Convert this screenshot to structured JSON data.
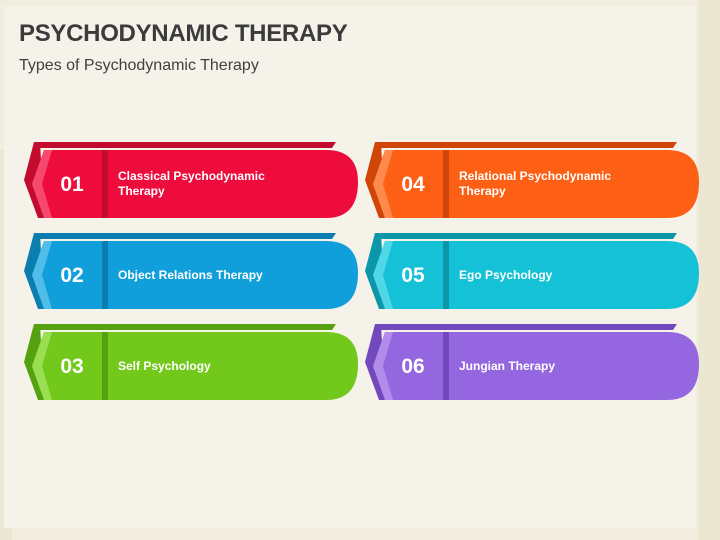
{
  "title": "PSYCHODYNAMIC THERAPY",
  "subtitle": "Types of Psychodynamic Therapy",
  "items": [
    {
      "number": "01",
      "label": "Classical Psychodynamic Therapy",
      "color": "#ee0c3c",
      "dark": "#c30a2f",
      "light": "#f7486f"
    },
    {
      "number": "02",
      "label": "Object Relations Therapy",
      "color": "#119fdc",
      "dark": "#0b7eb0",
      "light": "#4fbce9"
    },
    {
      "number": "03",
      "label": "Self Psychology",
      "color": "#72c91b",
      "dark": "#55a10f",
      "light": "#9ade52"
    },
    {
      "number": "04",
      "label": "Relational Psychodynamic Therapy",
      "color": "#fd5f15",
      "dark": "#cf4608",
      "light": "#ff8a4c"
    },
    {
      "number": "05",
      "label": "Ego Psychology",
      "color": "#14c1d7",
      "dark": "#0c97a9",
      "light": "#4fd6e7"
    },
    {
      "number": "06",
      "label": "Jungian Therapy",
      "color": "#9466df",
      "dark": "#7248bd",
      "light": "#b28cea"
    }
  ]
}
